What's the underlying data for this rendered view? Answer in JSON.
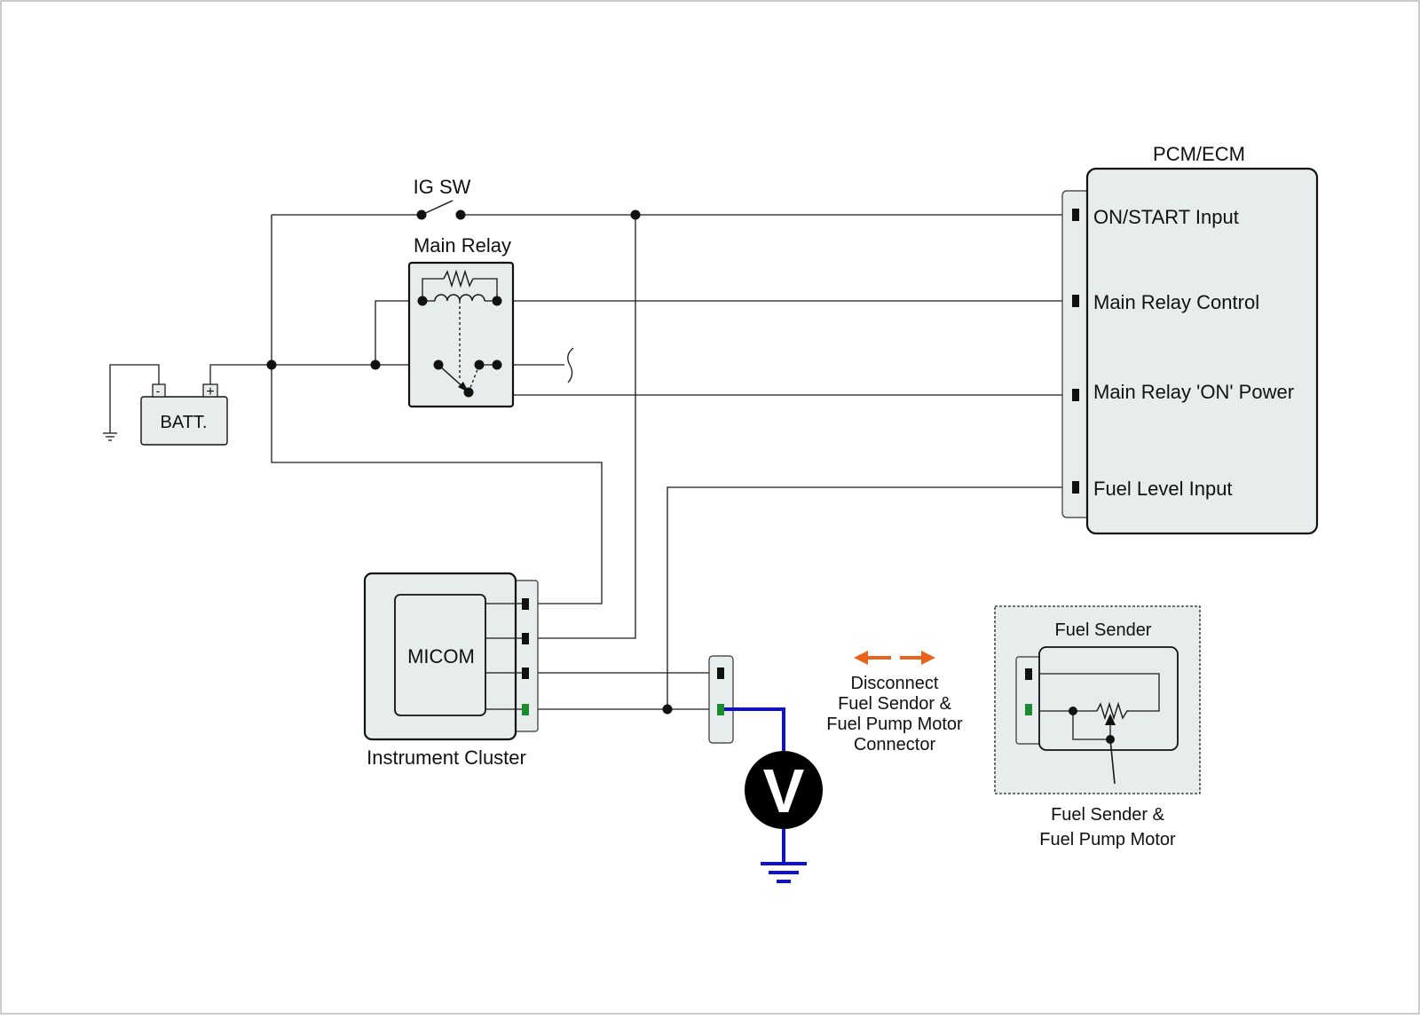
{
  "diagram": {
    "labels": {
      "ig_sw": "IG SW",
      "main_relay": "Main Relay",
      "battery": "BATT.",
      "pcm_ecm": "PCM/ECM",
      "on_start_input": "ON/START Input",
      "main_relay_control": "Main Relay Control",
      "main_relay_on_power": "Main Relay 'ON' Power",
      "fuel_level_input": "Fuel Level Input",
      "micom": "MICOM",
      "instrument_cluster": "Instrument Cluster",
      "voltmeter": "V",
      "disconnect_note": [
        "Disconnect",
        "Fuel Sendor &",
        "Fuel Pump Motor",
        "Connector"
      ],
      "fuel_sender": "Fuel Sender",
      "fuel_sender_pump": [
        "Fuel Sender &",
        "Fuel Pump Motor"
      ],
      "battery_minus": "-",
      "battery_plus": "+"
    },
    "colors": {
      "wire": "#1a1a1a",
      "box_fill": "#e7eded",
      "measurement_wire": "#1010d0",
      "disconnect_arrow": "#e8641c",
      "signal_pin": "#1c8a2e",
      "pin": "#111111"
    }
  }
}
